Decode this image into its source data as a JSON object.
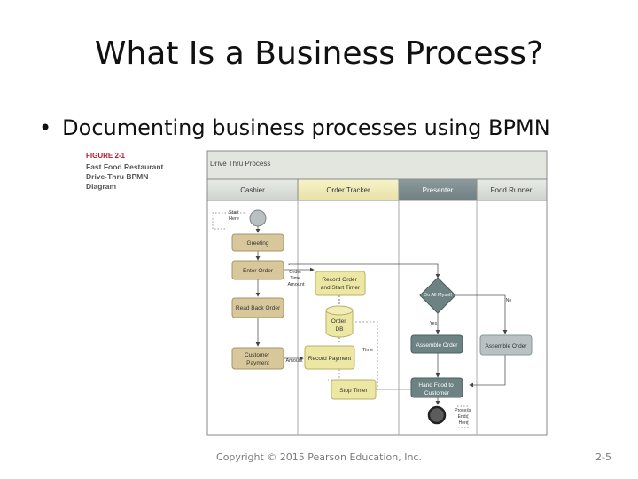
{
  "slide": {
    "title": "What Is a Business Process?",
    "bullet": "Documenting business processes using BPMN"
  },
  "figure": {
    "label": "FIGURE 2-1",
    "caption": [
      "Fast Food Restaurant",
      "Drive-Thru BPMN",
      "Diagram"
    ],
    "pool_title": "Drive Thru Process",
    "lanes": [
      "Cashier",
      "Order Tracker",
      "Presenter",
      "Food Runner"
    ],
    "start_label": [
      "Start",
      "Here"
    ],
    "end_label": [
      "Process",
      "Ends",
      "Here"
    ],
    "tasks": {
      "greeting": [
        "Greeting"
      ],
      "enter_order": [
        "Enter Order"
      ],
      "read_back_order": [
        "Read Back Order"
      ],
      "customer_payment": [
        "Customer",
        "Payment"
      ],
      "record_order_start_timer": [
        "Record Order",
        "and Start Timer"
      ],
      "record_payment": [
        "Record Payment"
      ],
      "stop_timer": [
        "Stop Timer"
      ],
      "assemble_order_presenter": [
        "Assemble Order"
      ],
      "hand_food_to_customer": [
        "Hand Food to",
        "Customer"
      ],
      "assemble_order_runner": [
        "Assemble Order"
      ]
    },
    "gateway": [
      "Do All Myself"
    ],
    "datastore": [
      "Order",
      "DB"
    ],
    "flow_labels": {
      "order_time_amount": [
        "Order",
        "Time",
        "Amount"
      ],
      "amount": [
        "Amount"
      ],
      "time": [
        "Time"
      ],
      "yes": [
        "Yes"
      ],
      "no": [
        "No"
      ]
    },
    "colors": {
      "cashier_task": "#d7c79a",
      "tracker_task": "#ece7a2",
      "presenter_task": "#6d8283",
      "runner_task": "#b8c2c2",
      "lane_header_dark": "#79898c",
      "lane_header_light": "#d8dcd8"
    }
  },
  "footer": {
    "copyright": "Copyright © 2015 Pearson Education, Inc.",
    "page_number": "2-5"
  }
}
